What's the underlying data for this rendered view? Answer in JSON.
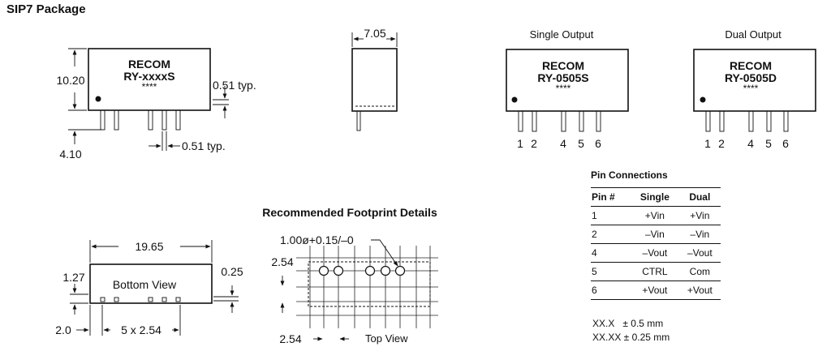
{
  "title": "SIP7 Package",
  "side_view": {
    "brand": "RECOM",
    "model": "RY-xxxxS",
    "stars": "****",
    "dim_height": "10.20",
    "dim_pin_thickness": "0.51 typ.",
    "dim_pin_length": "4.10",
    "dim_pin_width": "0.51 typ."
  },
  "end_view": {
    "dim_width": "7.05"
  },
  "single_output": {
    "heading": "Single Output",
    "brand": "RECOM",
    "model": "RY-0505S",
    "stars": "****",
    "pins": [
      "1",
      "2",
      "4",
      "5",
      "6"
    ]
  },
  "dual_output": {
    "heading": "Dual Output",
    "brand": "RECOM",
    "model": "RY-0505D",
    "stars": "****",
    "pins": [
      "1",
      "2",
      "4",
      "5",
      "6"
    ]
  },
  "bottom_view": {
    "label": "Bottom View",
    "dim_length": "19.65",
    "dim_edge": "1.27",
    "dim_right": "0.25",
    "dim_left": "2.0",
    "dim_pitch": "5 x 2.54"
  },
  "footprint": {
    "heading": "Recommended Footprint Details",
    "dim_hole": "1.00ø+0.15/–0",
    "dim_grid_v": "2.54",
    "dim_grid_h": "2.54",
    "label": "Top View"
  },
  "pin_connections": {
    "title": "Pin Connections",
    "headers": [
      "Pin #",
      "Single",
      "Dual"
    ],
    "rows": [
      [
        "1",
        "+Vin",
        "+Vin"
      ],
      [
        "2",
        "–Vin",
        "–Vin"
      ],
      [
        "4",
        "–Vout",
        "–Vout"
      ],
      [
        "5",
        "CTRL",
        "Com"
      ],
      [
        "6",
        "+Vout",
        "+Vout"
      ]
    ]
  },
  "tolerances": [
    "XX.X   ± 0.5 mm",
    "XX.XX ± 0.25 mm"
  ]
}
